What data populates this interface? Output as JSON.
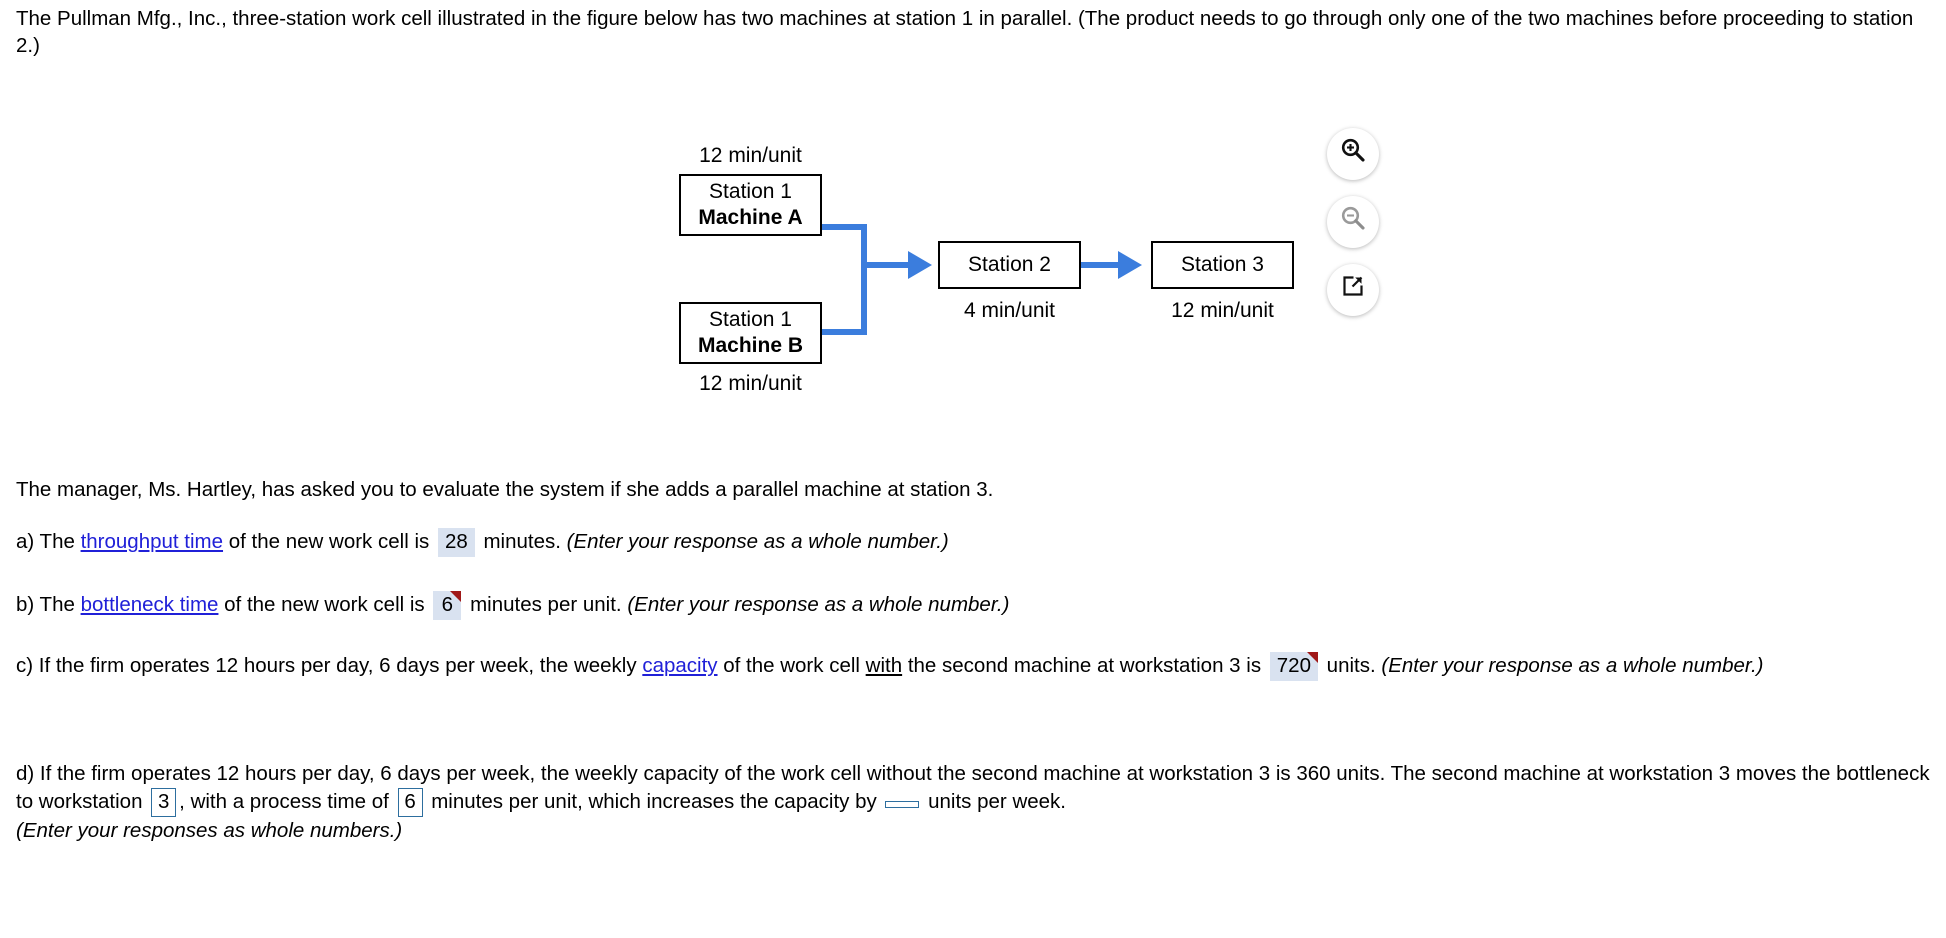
{
  "problem": {
    "intro": "The Pullman Mfg., Inc., three-station work cell illustrated in the figure below has two machines at station 1 in parallel. (The product needs to go through only one of the two machines before proceeding to station 2.)",
    "manager_note": "The manager, Ms. Hartley, has asked you to evaluate the system if she adds a parallel machine at station 3."
  },
  "figure": {
    "nodes": [
      {
        "id": "machine-a",
        "line1": "Station 1",
        "line2": "Machine A",
        "caption": "12 min/unit",
        "caption_position": "above"
      },
      {
        "id": "machine-b",
        "line1": "Station 1",
        "line2": "Machine B",
        "caption": "12 min/unit",
        "caption_position": "below"
      },
      {
        "id": "station-2",
        "line1": "Station 2",
        "line2": "",
        "caption": "4 min/unit",
        "caption_position": "below"
      },
      {
        "id": "station-3",
        "line1": "Station 3",
        "line2": "",
        "caption": "12 min/unit",
        "caption_position": "below"
      }
    ],
    "flow_color": "#3b7ddd",
    "tools": [
      {
        "name": "zoom-in-icon",
        "label": "Zoom in",
        "state": "enabled"
      },
      {
        "name": "zoom-out-icon",
        "label": "Zoom out",
        "state": "disabled"
      },
      {
        "name": "open-in-new-window-icon",
        "label": "Open in new window",
        "state": "enabled"
      }
    ]
  },
  "parts": {
    "a": {
      "prefix": "a) The ",
      "link": "throughput time",
      "middle": " of the new work cell is ",
      "answer": "28",
      "suffix": " minutes. ",
      "hint": "(Enter your response as a whole number.)"
    },
    "b": {
      "prefix": "b) The ",
      "link": "bottleneck time",
      "middle": " of the new work cell is ",
      "answer": "6",
      "suffix": " minutes per unit. ",
      "hint": "(Enter your response as a whole number.)"
    },
    "c": {
      "prefix": "c) If the firm operates 12 hours per day, 6 days per week, the weekly ",
      "link": "capacity",
      "middle1": " of the work cell ",
      "emphasis": "with",
      "middle2": " the second machine at workstation 3 is ",
      "answer": "720",
      "suffix": " units. ",
      "hint": "(Enter your response as a whole number.)"
    },
    "d": {
      "text1": "d) If the firm operates 12 hours per day, 6 days per week, the weekly capacity of the work cell without the second machine at workstation 3 is 360 units. The second machine at workstation 3 moves the bottleneck to workstation ",
      "answer_station": "3",
      "text2": ", with a process time of ",
      "answer_time": "6",
      "text3": " minutes per unit, which increases the capacity by ",
      "answer_increase": "",
      "text4": " units per week.",
      "hint": "(Enter your responses as whole numbers.)"
    }
  },
  "colors": {
    "link": "#2020d8",
    "answer_fill": "#d9e2f0",
    "input_border": "#2d6e9e",
    "flag_marker": "#a01818",
    "flow": "#3b7ddd"
  }
}
